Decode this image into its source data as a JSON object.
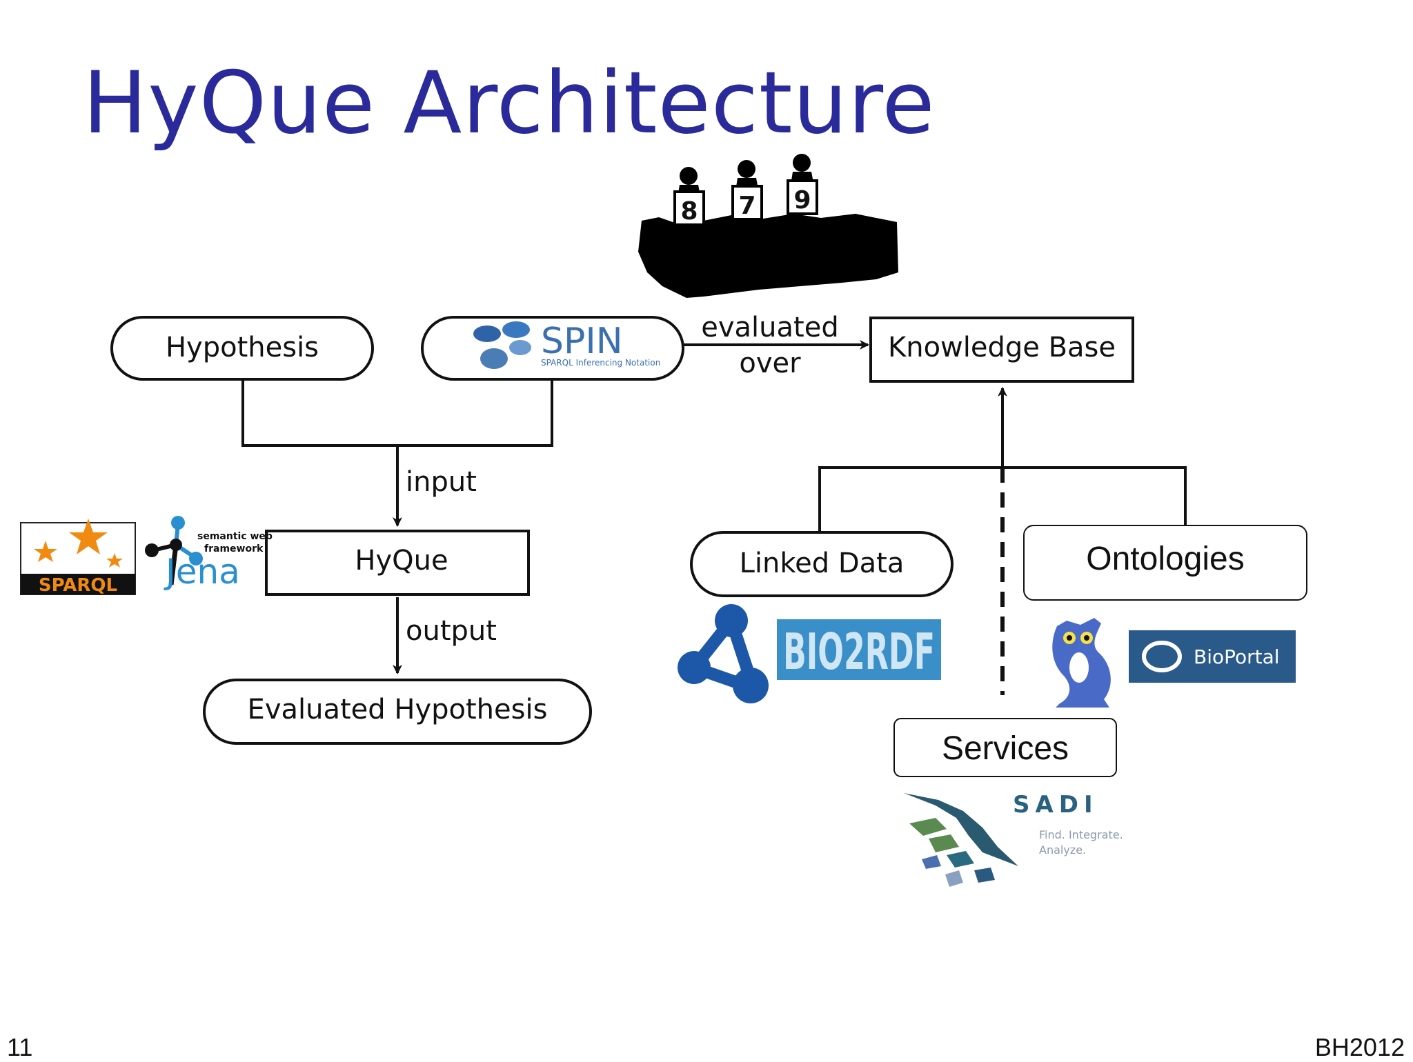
{
  "slide": {
    "title": "HyQue Architecture",
    "page_number": "11",
    "footer_right": "BH2012"
  },
  "nodes": {
    "hypothesis": "Hypothesis",
    "spin": "SPIN",
    "spin_tagline": "SPARQL Inferencing Notation",
    "knowledge_base": "Knowledge Base",
    "hyque": "HyQue",
    "evaluated_hypothesis": "Evaluated Hypothesis",
    "linked_data": "Linked Data",
    "ontologies": "Ontologies",
    "services": "Services"
  },
  "edges": {
    "evaluated": "evaluated",
    "over": "over",
    "input": "input",
    "output": "output"
  },
  "logos": {
    "judges_scores": [
      "8",
      "7",
      "9"
    ],
    "sparql": "SPARQL",
    "jena_tagline_1": "semantic web",
    "jena_tagline_2": "framework",
    "jena": "Jena",
    "bio2rdf": "BIO2RDF",
    "bioportal": "BioPortal",
    "sadi": "SADI",
    "sadi_tagline_1": "Find. Integrate.",
    "sadi_tagline_2": "Analyze."
  },
  "colors": {
    "title": "#2a2a9a",
    "spin_blue": "#3a6fb0",
    "sparql_orange": "#f08a10",
    "jena_blue": "#2a8fd0",
    "linked_data_blue": "#1d58a8",
    "bio2rdf_bg": "#3a8fc8",
    "bioportal_bg": "#2a5a8a",
    "owl_blue": "#4a6ac8",
    "sadi_teal": "#2a5a70"
  }
}
